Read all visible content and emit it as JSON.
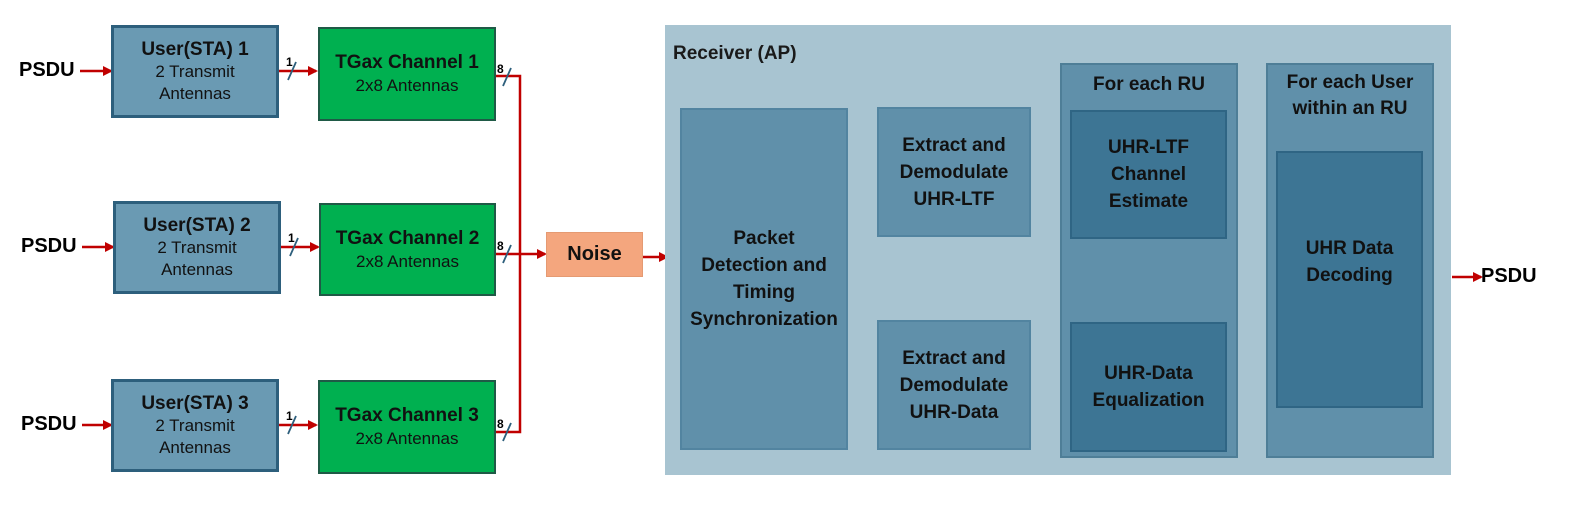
{
  "inputs": {
    "psdu_label": "PSDU"
  },
  "users": [
    {
      "title": "User(STA) 1",
      "line2": "2 Transmit",
      "line3": "Antennas"
    },
    {
      "title": "User(STA) 2",
      "line2": "2 Transmit",
      "line3": "Antennas"
    },
    {
      "title": "User(STA) 3",
      "line2": "2 Transmit",
      "line3": "Antennas"
    }
  ],
  "channels": [
    {
      "title": "TGax Channel 1",
      "sub": "2x8 Antennas"
    },
    {
      "title": "TGax Channel 2",
      "sub": "2x8 Antennas"
    },
    {
      "title": "TGax Channel 3",
      "sub": "2x8 Antennas"
    }
  ],
  "bus_widths": {
    "user_to_channel": "1",
    "channel_out": "8"
  },
  "noise": {
    "label": "Noise"
  },
  "receiver": {
    "title": "Receiver (AP)",
    "packet_detection": {
      "l1": "Packet",
      "l2": "Detection and",
      "l3": "Timing",
      "l4": "Synchronization"
    },
    "extract_ltf": {
      "l1": "Extract and",
      "l2": "Demodulate",
      "l3": "UHR-LTF"
    },
    "extract_data": {
      "l1": "Extract and",
      "l2": "Demodulate",
      "l3": "UHR-Data"
    },
    "per_ru": {
      "title": "For each RU",
      "channel_estimate": {
        "l1": "UHR-LTF",
        "l2": "Channel",
        "l3": "Estimate"
      },
      "equalization": {
        "l1": "UHR-Data",
        "l2": "Equalization"
      }
    },
    "per_user": {
      "title_l1": "For each User",
      "title_l2": "within an RU",
      "decoding": {
        "l1": "UHR Data",
        "l2": "Decoding"
      }
    }
  },
  "output": {
    "psdu_label": "PSDU"
  },
  "colors": {
    "arrow": "#c00000",
    "user_fill": "#6a9ab3",
    "channel_fill": "#00b050",
    "noise_fill": "#f4a67e",
    "receiver_fill": "#a8c4d1",
    "inner_fill": "#3d7594"
  }
}
